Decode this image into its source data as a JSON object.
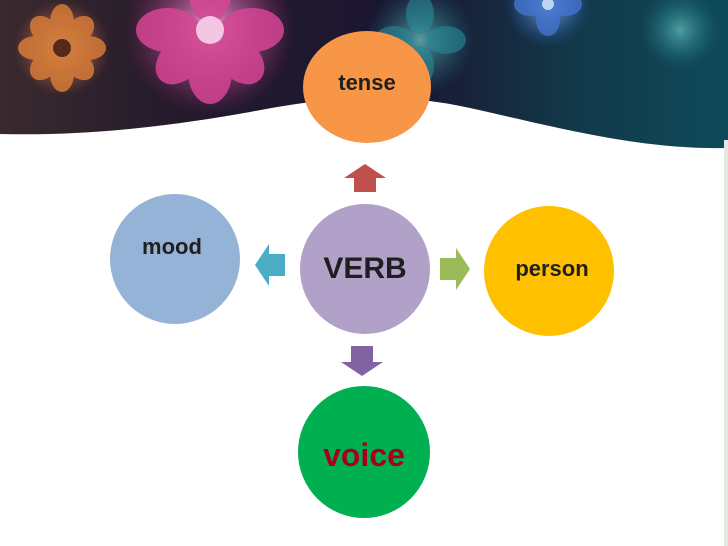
{
  "center": {
    "label": "VERB",
    "color": "#b1a0c7",
    "text_color": "#1f1f1f"
  },
  "nodes": {
    "top": {
      "label": "tense",
      "color": "#f79646",
      "text_color": "#1f1f1f"
    },
    "left": {
      "label": "mood",
      "color": "#95b3d7",
      "text_color": "#1f1f1f"
    },
    "right": {
      "label": "person",
      "color": "#ffc000",
      "text_color": "#1f1f1f"
    },
    "bottom": {
      "label": "voice",
      "color": "#00b050",
      "text_color": "#a50021"
    }
  },
  "arrows": {
    "up": {
      "color": "#c0504d",
      "icon": "arrow-up-icon"
    },
    "left": {
      "color": "#4bacc6",
      "icon": "arrow-left-icon"
    },
    "right": {
      "color": "#9bbb59",
      "icon": "arrow-right-icon"
    },
    "down": {
      "color": "#8064a2",
      "icon": "arrow-down-icon"
    }
  },
  "banner": {
    "background_color": "#1a1626",
    "accent_colors": [
      "#e8a05a",
      "#e04896",
      "#2ea6b8",
      "#3f62c8"
    ]
  }
}
